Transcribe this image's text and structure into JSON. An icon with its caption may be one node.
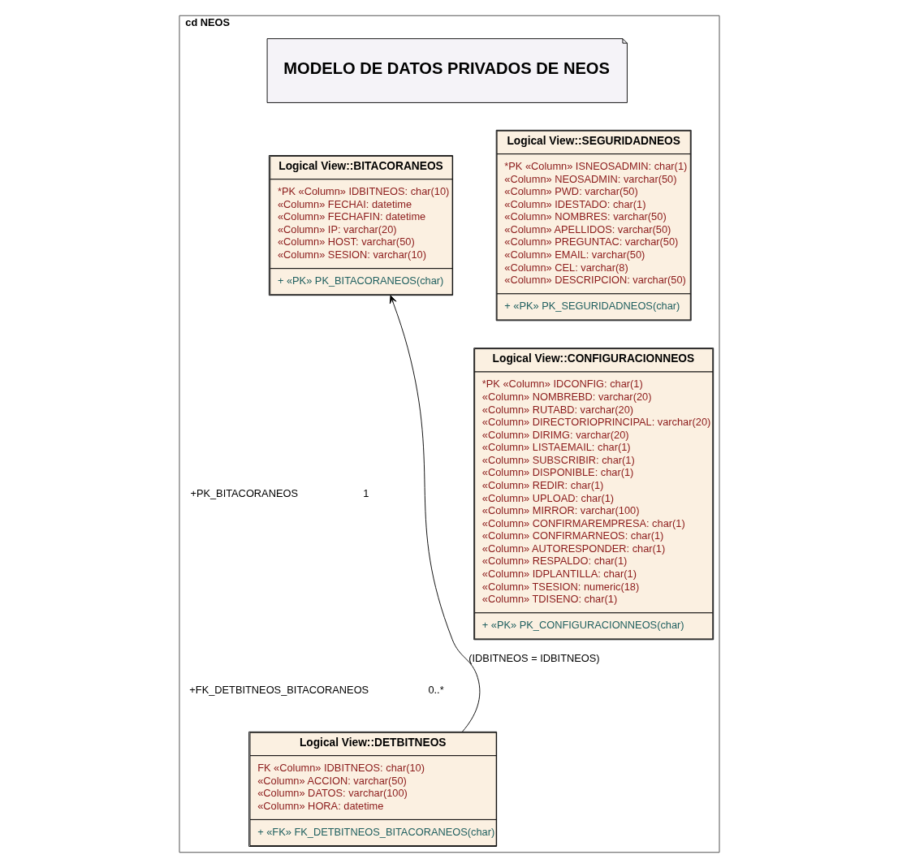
{
  "diagram": {
    "nodes": [
      {
        "text": [
          "cd NEOS"
        ]
      },
      {
        "text": [
          "MODELO DE DATOS PRIVADOS DE NEOS"
        ],
        "in": 0
      },
      {
        "text": [
          "Logical View::BITACORANEOS",
          "*PK «Column» IDBITNEOS: char(10)",
          "«Column» FECHAI: datetime",
          "«Column» FECHAFIN: datetime",
          "«Column» IP: varchar(20)",
          "«Column» HOST: varchar(50)",
          "«Column» SESION: varchar(10)",
          "+ «PK» PK_BITACORANEOS(char)"
        ],
        "in": 0
      },
      {
        "text": [
          "Logical View::DETBITNEOS",
          "FK «Column» IDBITNEOS: char(10)",
          "«Column» ACCION: varchar(50)",
          "«Column» DATOS: varchar(100)",
          "«Column» HORA: datetime",
          "+ «FK» FK_DETBITNEOS_BITACORANEOS(char)"
        ],
        "in": 0
      },
      {
        "text": [
          "Logical View::SEGURIDADNEOS",
          "*PK «Column» ISNEOSADMIN: char(1)",
          "«Column» NEOSADMIN: varchar(50)",
          "«Column» PWD: varchar(50)",
          "«Column» IDESTADO: char(1)",
          "«Column» NOMBRES: varchar(50)",
          "«Column» APELLIDOS: varchar(50)",
          "«Column» PREGUNTAC: varchar(50)",
          "«Column» EMAIL: varchar(50)",
          "«Column» CEL: varchar(8)",
          "«Column» DESCRIPCION: varchar(50)",
          "+ «PK» PK_SEGURIDADNEOS(char)"
        ],
        "in": 0
      },
      {
        "text": [
          "Logical View::CONFIGURACIONNEOS",
          "*PK «Column» IDCONFIG: char(1)",
          "«Column» NOMBREBD: varchar(20)",
          "«Column» RUTABD: varchar(20)",
          "«Column» DIRECTORIOPRINCIPAL: varchar(20)",
          "«Column» DIRIMG: varchar(20)",
          "«Column» LISTAEMAIL: char(1)",
          "«Column» SUBSCRIBIR: char(1)",
          "«Column» DISPONIBLE: char(1)",
          "«Column» REDIR: char(1)",
          "«Column» UPLOAD: char(1)",
          "«Column» MIRROR: varchar(100)",
          "«Column» CONFIRMAREMPRESA: char(1)",
          "«Column» CONFIRMARNEOS: char(1)",
          "«Column» AUTORESPONDER: char(1)",
          "«Column» RESPALDO: char(1)",
          "«Column» IDPLANTILLA: char(1)",
          "«Column» TSESION: numeric(18)",
          "«Column» TDISENO: char(1)",
          "+ «PK» PK_CONFIGURACIONNEOS(char)"
        ],
        "in": 0
      }
    ],
    "edges": [
      {
        "from": 3,
        "to": 2,
        "arrow": "to",
        "label": "(IDBITNEOS = IDBITNEOS)"
      }
    ],
    "labels": [
      "+PK_BITACORANEOS",
      "1",
      "+FK_DETBITNEOS_BITACORANEOS",
      "0..*"
    ]
  }
}
